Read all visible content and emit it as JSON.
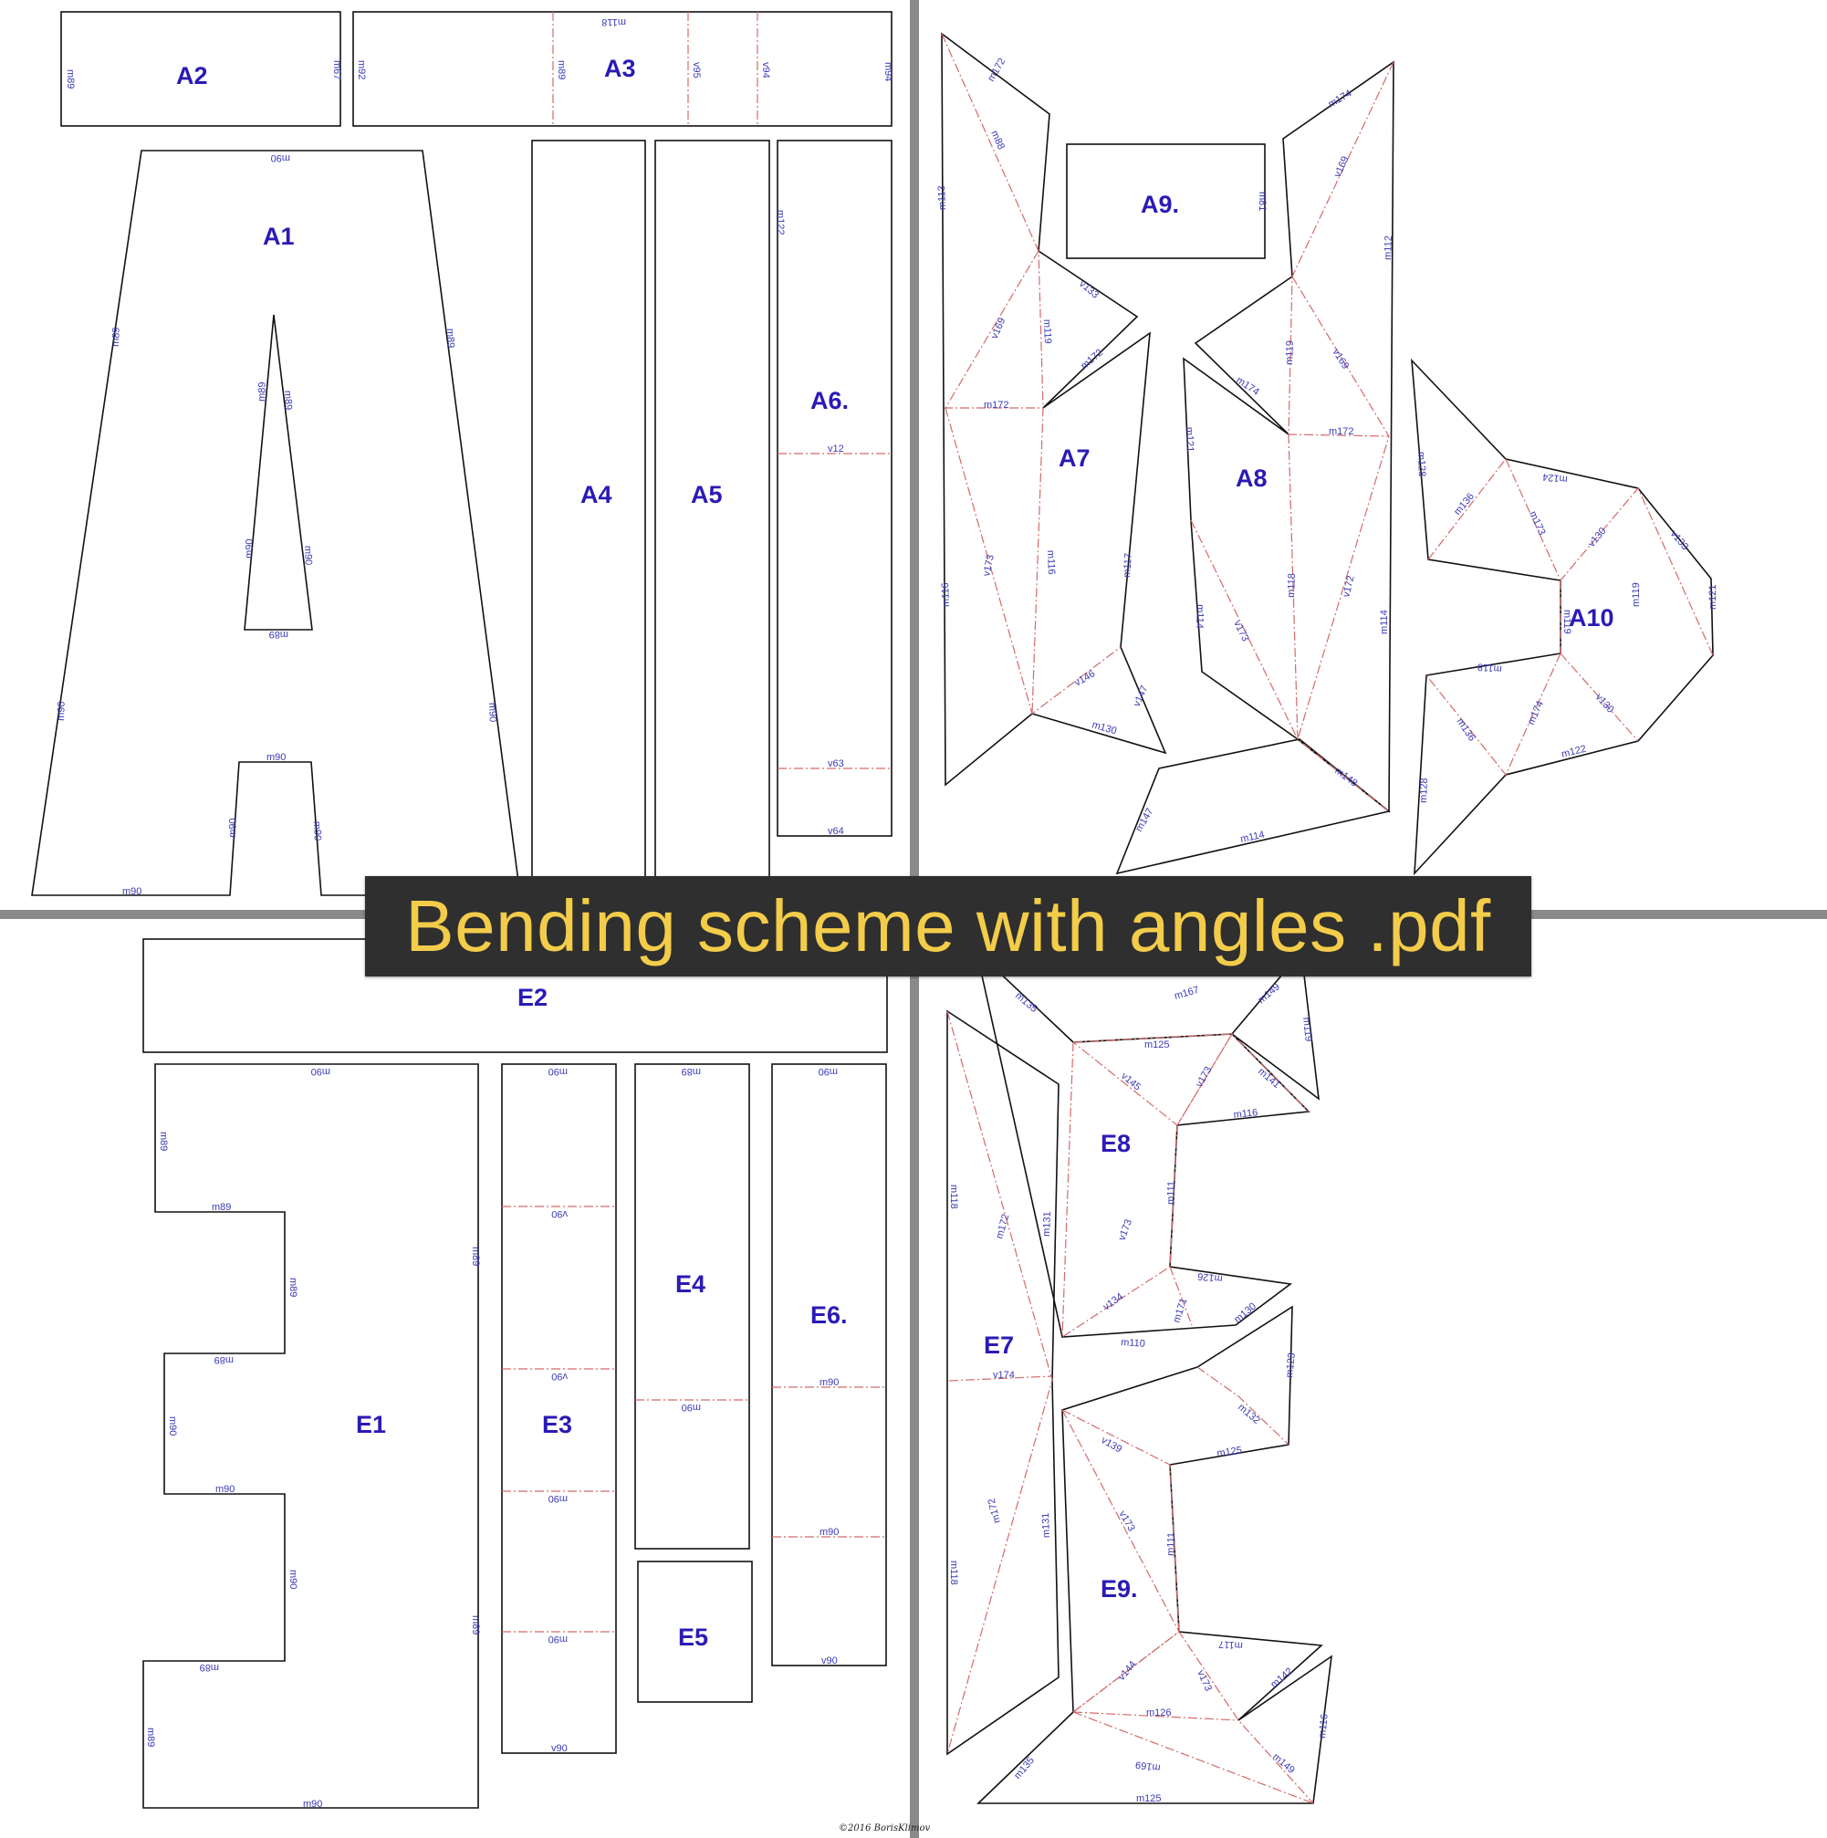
{
  "document": {
    "title": "Bending scheme with angles .pdf"
  },
  "colors": {
    "cut_line": "#111111",
    "fold_line": "#d46a6a",
    "piece_label": "#2a1bb5",
    "marking": "#3a3ab8",
    "banner_bg": "#2f2f2f",
    "banner_text": "#f3cc4a",
    "page_divider": "#8a8a8a"
  },
  "pieces": {
    "A1": "A1",
    "A2": "A2",
    "A3": "A3",
    "A4": "A4",
    "A5": "A5",
    "A6": "A6.",
    "A7": "A7",
    "A8": "A8",
    "A9": "A9.",
    "A10": "A10",
    "E1": "E1",
    "E2": "E2",
    "E3": "E3",
    "E4": "E4",
    "E5": "E5",
    "E6": "E6.",
    "E7": "E7",
    "E8": "E8",
    "E9": "E9."
  },
  "marks": {
    "a2_left": "m89",
    "a2_right": "m67",
    "a3_top": "m118",
    "a3_left": "m92",
    "a3_f1": "m89",
    "a3_f2": "v95",
    "a3_f3": "v94",
    "a3_right": "m94",
    "a1_top": "m90",
    "a1_ls": "m89",
    "a1_rs": "m89",
    "a1_in1": "m89",
    "a1_in2": "m89",
    "a1_in3": "m90",
    "a1_in4": "m90",
    "a1_inb": "m89",
    "a1_ll": "m90",
    "a1_rl": "m90",
    "a1_lt": "m90",
    "a1_leg1": "m90",
    "a1_leg2": "m90",
    "a1_bl": "m90",
    "a1_br": "m90",
    "a6_side": "m122",
    "a6_f1": "v12",
    "a6_f2": "v63",
    "a6_bot": "v64",
    "a7_t1": "m172",
    "a7_t2": "m88",
    "a7_l1": "m113",
    "a7_v1": "v169",
    "a7_m1": "m119",
    "a7_r1": "v133",
    "a7_r2": "m172",
    "a7_h1": "m172",
    "a7_v2": "v173",
    "a7_m2": "m116",
    "a7_l2": "m116",
    "a7_r3": "m117",
    "a7_v3": "v146",
    "a7_r4": "v147",
    "a7_b1": "m130",
    "a9_side": "m81",
    "a8_t1": "m174",
    "a8_v1": "v169",
    "a8_r1": "m112",
    "a8_m1": "m119",
    "a8_v2": "v169",
    "a8_h1": "m174",
    "a8_h2": "m172",
    "a8_l1": "m121",
    "a8_m2": "m118",
    "a8_l2": "m114",
    "a8_v3": "v173",
    "a8_v4": "v172",
    "a8_r2": "m114",
    "a8_b1": "m148",
    "a8_b2": "m147",
    "a8_b3": "m114",
    "a10_1": "m128",
    "a10_2": "m136",
    "a10_3": "m124",
    "a10_4": "m173",
    "a10_5": "v130",
    "a10_6": "v133",
    "a10_7": "m119",
    "a10_8": "m119",
    "a10_9": "m121",
    "a10_10": "m118",
    "a10_11": "m136",
    "a10_12": "m174",
    "a10_13": "v130",
    "a10_14": "m122",
    "a10_15": "m128",
    "e1_top": "m90",
    "e1_l1": "m89",
    "e1_h1": "m89",
    "e1_v1": "m89",
    "e1_h2": "m89",
    "e1_l2": "m90",
    "e1_h3": "m90",
    "e1_v2": "m90",
    "e1_h4": "m89",
    "e1_l3": "m89",
    "e1_bot": "m90",
    "e1_r1": "m89",
    "e1_r2": "m89",
    "e3_top": "m90",
    "e3_f1": "v90",
    "e3_f2": "v90",
    "e3_f3": "m90",
    "e3_f4": "m90",
    "e3_bot": "v90",
    "e4_top": "m89",
    "e4_f1": "m90",
    "e6_top": "m90",
    "e6_f1": "m90",
    "e6_f2": "m90",
    "e6_bot": "v90",
    "e8_1": "m135",
    "e8_2": "m167",
    "e8_3": "m125",
    "e8_4": "m149",
    "e8_5": "m119",
    "e8_6": "v145",
    "e8_7": "v173",
    "e8_8": "m141",
    "e8_9": "m116",
    "e8_10": "m111",
    "e8_11": "v173",
    "e8_12": "v134",
    "e8_13": "m171",
    "e8_14": "m126",
    "e8_15": "m130",
    "e8_16": "m110",
    "e7_1": "m118",
    "e7_2": "m172",
    "e7_3": "m131",
    "e7_4": "v174",
    "e7_5": "m172",
    "e7_6": "m131",
    "e7_7": "m118",
    "e9_1": "m123",
    "e9_2": "m132",
    "e9_3": "v139",
    "e9_4": "m125",
    "e9_5": "v173",
    "e9_6": "m111",
    "e9_7": "m117",
    "e9_8": "v144",
    "e9_9": "v173",
    "e9_10": "m142",
    "e9_11": "m126",
    "e9_12": "m135",
    "e9_13": "m169",
    "e9_14": "m149",
    "e9_15": "m125",
    "e9_16": "m116"
  }
}
